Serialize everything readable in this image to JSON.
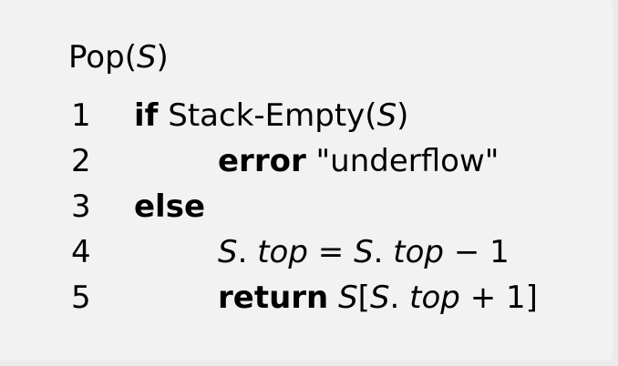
{
  "procedure": {
    "name": "Pop",
    "open_paren": "(",
    "param": "S",
    "close_paren": ")"
  },
  "lines": [
    {
      "number": "1",
      "keyword": "if",
      "text_1": "Stack-Empty(",
      "var": "S",
      "text_2": ")"
    },
    {
      "number": "2",
      "keyword": "error",
      "text": "\"underflow\""
    },
    {
      "number": "3",
      "keyword": "else"
    },
    {
      "number": "4",
      "lhs_var": "S",
      "lhs_dot": ".",
      "lhs_field": "top",
      "op": "=",
      "rhs_var": "S",
      "rhs_dot": ".",
      "rhs_field": "top",
      "minus": "−",
      "value": "1"
    },
    {
      "number": "5",
      "keyword": "return",
      "var": "S",
      "bracket_open": "[",
      "inner_var": "S",
      "inner_dot": ".",
      "inner_field": "top",
      "plus": "+",
      "value": "1",
      "bracket_close": "]"
    }
  ]
}
